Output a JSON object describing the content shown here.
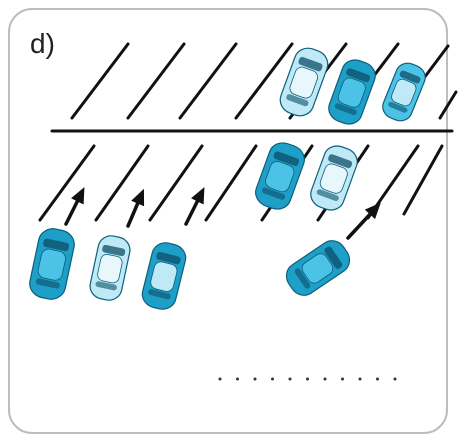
{
  "panel": {
    "label": "d)"
  },
  "colors": {
    "line": "#111111",
    "car_dark": "#1e9fc8",
    "car_mid": "#4cc3e6",
    "car_light": "#bfe9f7",
    "car_outline": "#0b5f7a",
    "border": "#bdbdbd"
  },
  "scene": {
    "description_items": {
      "upper_row_spaces": 8,
      "lower_row_spaces": 9,
      "parked_upper": 3,
      "parked_lower": 2,
      "cars_entering": 4,
      "arrows": 4,
      "dots": 11
    }
  }
}
